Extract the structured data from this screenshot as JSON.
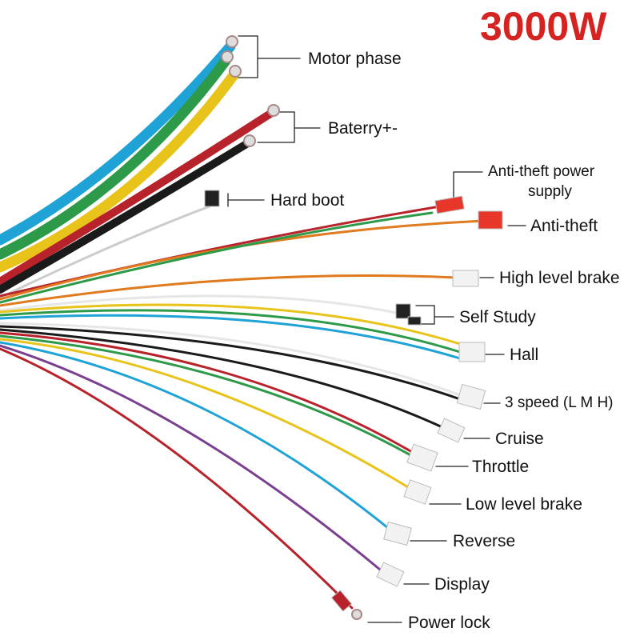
{
  "title": "3000W",
  "colors": {
    "title": "#d42320",
    "blue": "#1fa3d6",
    "green": "#2d9a4a",
    "yellow": "#e8c31a",
    "red": "#b8222a",
    "black": "#1a1a1a",
    "orange": "#e07a1e",
    "white": "#e6e6e6",
    "purple": "#7a3f8f"
  },
  "labels": {
    "motor_phase": "Motor phase",
    "battery": "Baterry+-",
    "hard_boot": "Hard boot",
    "anti_theft_power_1": "Anti-theft power",
    "anti_theft_power_2": "supply",
    "anti_theft": "Anti-theft",
    "high_level_brake": "High level brake",
    "self_study": "Self Study",
    "hall": "Hall",
    "three_speed": "3 speed (L M H)",
    "cruise": "Cruise",
    "throttle": "Throttle",
    "low_level_brake": "Low level brake",
    "reverse": "Reverse",
    "display": "Display",
    "power_lock": "Power lock"
  }
}
